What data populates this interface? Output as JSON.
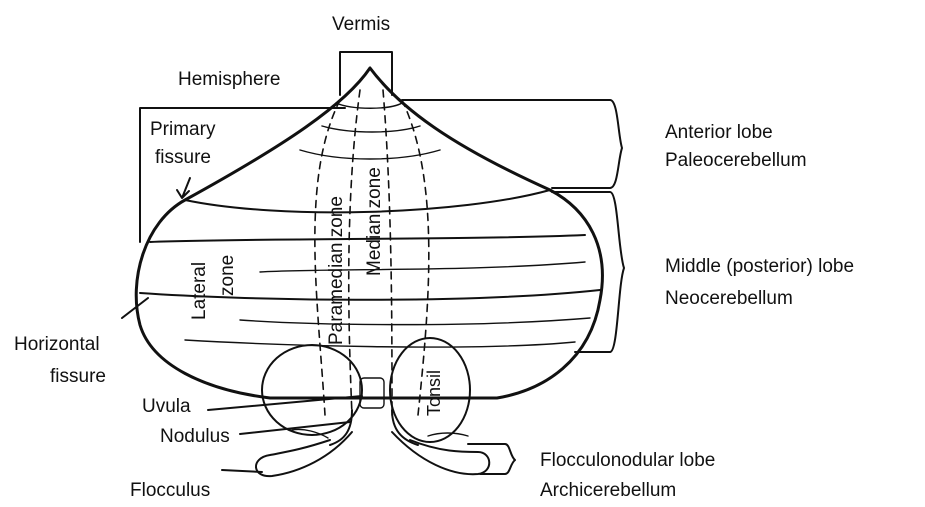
{
  "diagram": {
    "labels": {
      "vermis": "Vermis",
      "hemisphere": "Hemisphere",
      "primary_fissure_1": "Primary",
      "primary_fissure_2": "fissure",
      "anterior_lobe": "Anterior lobe",
      "paleocerebellum": "Paleocerebellum",
      "middle_lobe": "Middle (posterior) lobe",
      "neocerebellum": "Neocerebellum",
      "lateral": "Lateral",
      "zone": "zone",
      "paramedian_zone": "Paramedian zone",
      "median_zone": "Median zone",
      "horizontal_1": "Horizontal",
      "horizontal_2": "fissure",
      "uvula": "Uvula",
      "nodulus": "Nodulus",
      "tonsil": "Tonsil",
      "flocculus": "Flocculus",
      "flocculonodular_lobe": "Flocculonodular lobe",
      "archicerebellum": "Archicerebellum"
    }
  }
}
